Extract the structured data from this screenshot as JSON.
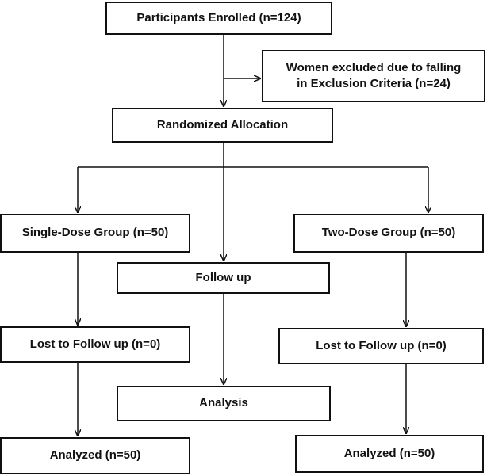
{
  "diagram": {
    "nodes": {
      "enrolled": "Participants Enrolled (n=124)",
      "excluded": [
        "Women excluded due to falling",
        "in Exclusion Criteria (n=24)"
      ],
      "randomized": "Randomized Allocation",
      "single_dose": "Single-Dose Group (n=50)",
      "two_dose": "Two-Dose Group (n=50)",
      "follow_up": "Follow up",
      "lost_single": "Lost to Follow up (n=0)",
      "lost_two": "Lost to Follow up (n=0)",
      "analysis": "Analysis",
      "analyzed_single": "Analyzed (n=50)",
      "analyzed_two": "Analyzed (n=50)"
    },
    "edges": [
      {
        "from": "enrolled",
        "to": "randomized"
      },
      {
        "from": "enrolled",
        "to": "excluded"
      },
      {
        "from": "randomized",
        "to": "single_dose"
      },
      {
        "from": "randomized",
        "to": "follow_up"
      },
      {
        "from": "randomized",
        "to": "two_dose"
      },
      {
        "from": "single_dose",
        "to": "lost_single"
      },
      {
        "from": "two_dose",
        "to": "lost_two"
      },
      {
        "from": "follow_up",
        "to": "analysis"
      },
      {
        "from": "lost_single",
        "to": "analyzed_single"
      },
      {
        "from": "lost_two",
        "to": "analyzed_two"
      }
    ]
  }
}
